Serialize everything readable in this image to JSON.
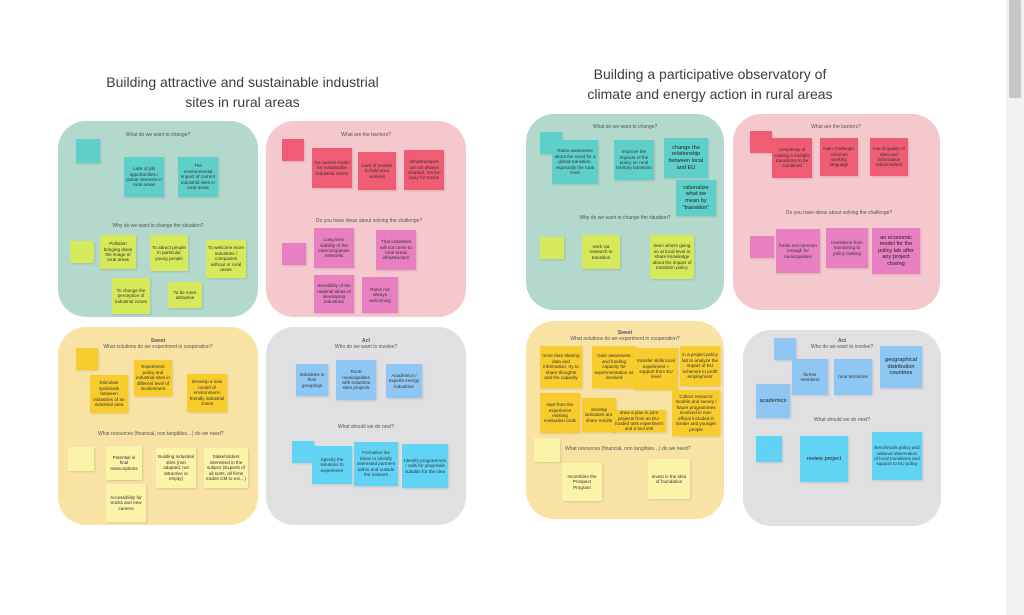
{
  "colors": {
    "green_area": "#b3d8cc",
    "pink_area": "#f5c8cd",
    "yellow_area": "#f9e3a4",
    "grey_area": "#e0e0e2",
    "teal_note": "#5ed0c9",
    "red_note": "#ef5c73",
    "magenta_note": "#e77fc0",
    "lime_note": "#d6e95a",
    "yellow_note": "#f7cc2c",
    "lightyellow_note": "#fbf3a7",
    "blue_note": "#8ec7f3",
    "cyan_note": "#61d4f6"
  },
  "board1": {
    "title_line1": "Building attractive and sustainable industrial",
    "title_line2": "sites in rural areas",
    "q1": {
      "label_top": "What do we want to change?",
      "label_mid": "Why do we want to change the situation?",
      "notes_top": [
        "Lack of job opportunities / global interests in rural areas",
        "The environmental impact of current industrial sites in rural areas"
      ],
      "notes_mid": [
        "Pollution bringing down the image of rural areas",
        "To attract people in particular young people",
        "To welcome more industries / companies without or rural areas",
        "To change the perception of industrial zones",
        "To be more attractive"
      ]
    },
    "q2": {
      "label_top": "What are the barriers?",
      "label_mid": "Do you have ideas about solving the challenge?",
      "notes_top": [
        "No current model for sustainable industrial zones",
        "Lack of models to hold area workers",
        "Infrastructures are not always adapted, not too busy for trucks"
      ],
      "notes_mid": [
        "Long term viability of the intercompanies networks",
        "That industries will not come to rural areas infrastructure",
        "Sensibility of the national ideas of developing industries",
        "Rules not always welcoming"
      ]
    },
    "q3": {
      "label_title": "Sweet",
      "label_top": "What solutions do we experiment in cooperation?",
      "label_mid": "What resources (financial, non tangibles…) do we need?",
      "notes_top": [
        "Experiment policy and industrial sites in different level of involvement",
        "Stimulate symbiosis between industries of an industrial area",
        "Develop a new model of environment-friendly industrial zones"
      ],
      "notes_mid": [
        "Potential in final transcriptions",
        "Building industrial sites (non adapted, not attractive or empty)",
        "Stakeholders interested in the subject (Experts of all sorts, all firms trades CM to ext…)",
        "Accessibility for trucks and new careers"
      ]
    },
    "q4": {
      "label_title": "Act",
      "label_top": "Who do we want to involve?",
      "label_mid": "What should we do next?",
      "notes_top": [
        "Industries in their groupings",
        "Rural municipalities with industrial sites projects",
        "Academics / experts energy industries"
      ],
      "notes_mid": [
        "Specify the solutions to experiment",
        "Formalise the ideas to identify interested partners within and outside the network",
        "Identify programmes / calls for proposals suitable for the idea"
      ]
    }
  },
  "board2": {
    "title_line1": "Building a participative observatory of",
    "title_line2": "climate and energy action in rural areas",
    "q1": {
      "label_top": "What do we want to change?",
      "label_mid": "Why do we want to change the situation?",
      "notes_top": [
        "Raise awareness about the need for a global transition, especially the rural level",
        "Improve the impacts of the policy on rural territory transition",
        "change the relationship between local and EU",
        "rationalize what we mean by \"transition\""
      ],
      "notes_mid": [
        "work via research to transition",
        "learn what's going on at local level to share knowledge about the impact of transition policy"
      ]
    },
    "q2": {
      "label_top": "What are the barriers?",
      "label_mid": "Do you have ideas about solving the challenge?",
      "notes_top": [
        "complexity of making a multiple transitions to be combined",
        "main challenge: common working language",
        "low of quality of data and information (observation)"
      ],
      "notes_mid": [
        "funds not common enough for municipalities",
        "transitions from monitoring to policy making",
        "an economic model for the policy lab after any project closing"
      ]
    },
    "q3": {
      "label_title": "Sweet",
      "label_top": "What solutions do we experiment in cooperation?",
      "label_mid": "What resources (financial, non tangibles…) do we need?",
      "notes_top": [
        "more than sharing data and information, try to share thoughts and the capacity",
        "Gain awareness and funding capacity for experimentation as involved",
        "transfer skills local experiment + support from EU level",
        "in a project policy lab to analyze the impact of EU schemes to profit employment",
        "start from the experience existing evaluation tools",
        "develop indicators and share results",
        "draw a plan in joint projects from an EU-funded task experiment and a tool test",
        "Collect resource models and survey / future programmes involved in non-official included in border and younger people"
      ],
      "notes_mid": [
        "recombine the Prospect Program",
        "invest in the idea of foundation"
      ]
    },
    "q4": {
      "label_title": "Act",
      "label_top": "Who do we want to involve?",
      "label_mid": "What should we do next?",
      "notes_top": [
        "former members",
        "rural territories",
        "geographical distribution countries",
        "academics"
      ],
      "notes_mid": [
        "review project",
        "Benchmark policy and national observation of local transitions and support to EU policy"
      ]
    }
  }
}
